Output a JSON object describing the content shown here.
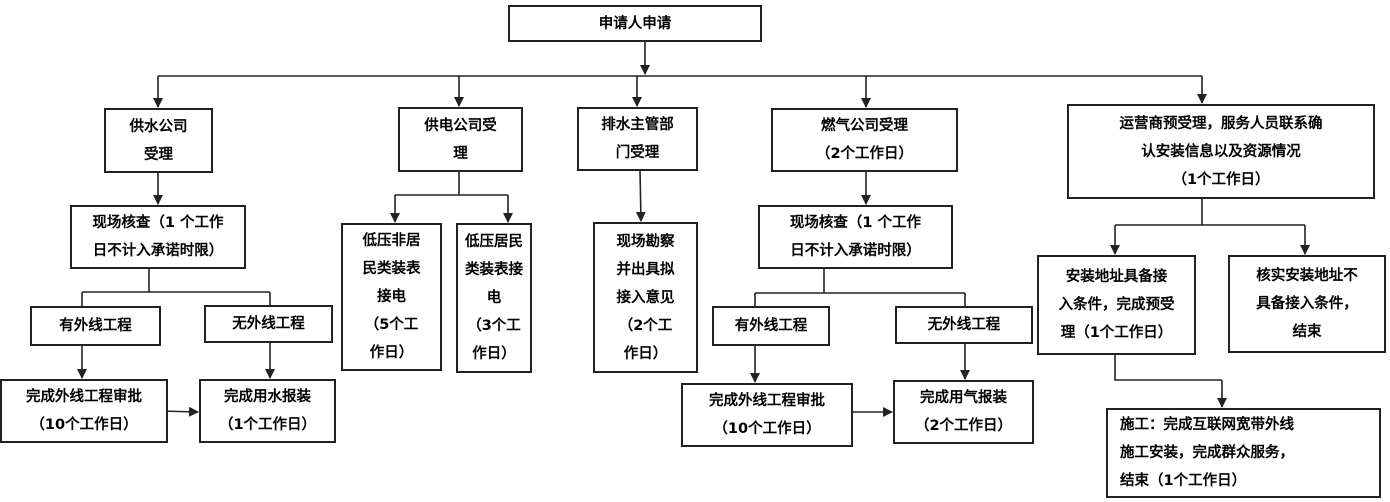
{
  "nodes": {
    "apply": "申请人申请",
    "water_accept": "供水公司\n受理",
    "power_accept": "供电公司受\n理",
    "drain_accept": "排水主管部\n门受理",
    "gas_accept": "燃气公司受理\n（2个工作日）",
    "operator_accept": "运营商预受理，服务人员联系确\n认安装信息以及资源情况\n（1个工作日）",
    "water_check": "现场核查（1 个工作\n日不计入承诺时限）",
    "water_has_external": "有外线工程",
    "water_no_external": "无外线工程",
    "water_external_approval": "完成外线工程审批\n（10个工作日）",
    "water_complete": "完成用水报装\n（1个工作日）",
    "power_nonresidential": "低压非居\n民类装表\n接电\n（5个工\n作日）",
    "power_residential": "低压居民\n类装表接\n电\n（3个工\n作日）",
    "drain_survey": "现场勘察\n并出具拟\n接入意见\n（2个工\n作日）",
    "gas_check": "现场核查（1 个工作\n日不计入承诺时限）",
    "gas_has_external": "有外线工程",
    "gas_no_external": "无外线工程",
    "gas_external_approval": "完成外线工程审批\n（10个工作日）",
    "gas_complete": "完成用气报装\n（2个工作日）",
    "operator_eligible": "安装地址具备接\n入条件，完成预受\n理（1个工作日）",
    "operator_ineligible": "核实安装地址不\n具备接入条件，\n结束",
    "operator_construction": "施工：完成互联网宽带外线\n施工安装，完成群众服务，\n结束（1个工作日）"
  },
  "colors": {
    "line": "#222222",
    "background": "#ffffff"
  }
}
